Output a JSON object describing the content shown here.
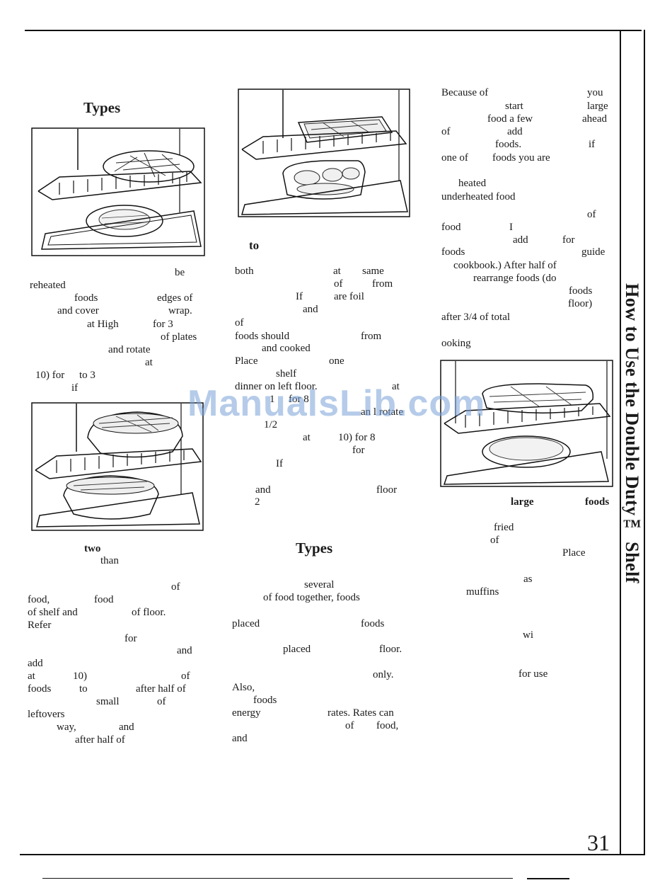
{
  "side_title": "How to Use the Double Duty™ Shelf",
  "page_number": "31",
  "watermark": "ManualsLib.com",
  "col1": {
    "heading": "Types",
    "fragments": [
      "be",
      "reheated",
      "foods",
      "edges of",
      "and cover",
      "wrap.",
      "at High",
      "for 3",
      "of plates",
      "and rotate",
      "at",
      "10) for",
      "to 3",
      "if",
      "two",
      "than",
      "of",
      "food,",
      "food",
      "of shelf and",
      "of floor.",
      "Refer",
      "for",
      "and",
      "add",
      "at",
      "10)",
      "of",
      "foods",
      "to",
      "after half of",
      "small",
      "of",
      "leftovers",
      "way,",
      "and",
      "after half of"
    ]
  },
  "col2": {
    "fragments": [
      "to",
      "both",
      "at",
      "same",
      "of",
      "from",
      "If",
      "are foil",
      "and",
      "of",
      "foods should",
      "from",
      "and cooked",
      "Place",
      "one",
      "shelf",
      "dinner on left floor.",
      "at",
      "1",
      "for 8",
      "an l rotate",
      "1/2",
      "at",
      "10) for 8",
      "for",
      "If",
      "and",
      "floor",
      "2",
      "several",
      "of food together, foods",
      "placed",
      "foods",
      "placed",
      "floor.",
      "only.",
      "Also,",
      "foods",
      "energy",
      "rates. Rates can",
      "of",
      "food,",
      "and"
    ],
    "heading": "Types"
  },
  "col3": {
    "fragments": [
      "Because of",
      "you",
      "start",
      "large",
      "food a few",
      "ahead",
      "of",
      "add",
      "foods.",
      "if",
      "one of",
      "foods you are",
      "heated",
      "underheated food",
      "of",
      "food",
      "I",
      "add",
      "for",
      "foods",
      "guide",
      "cookbook.) After half of",
      "rearrange foods (do",
      "foods",
      "floor)",
      "after 3/4 of total",
      "ooking",
      "large",
      "foods",
      "fried",
      "of",
      "Place",
      "as",
      "muffins",
      "wi",
      "for use"
    ]
  }
}
